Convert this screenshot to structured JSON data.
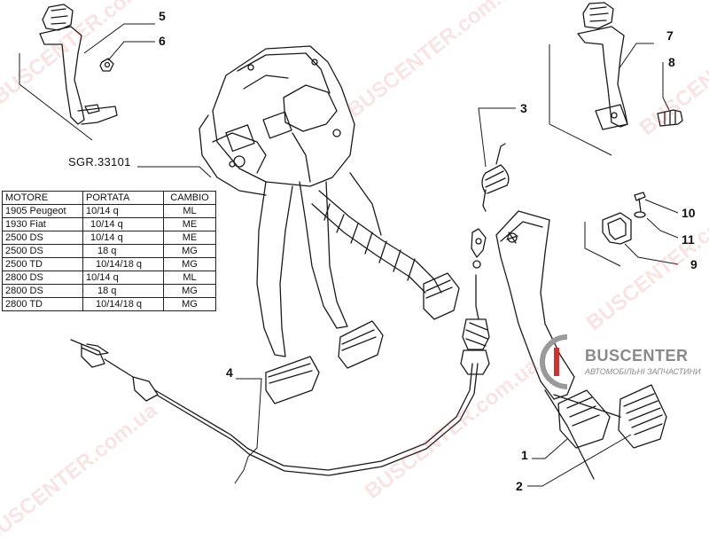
{
  "reference_code": "SGR.33101",
  "callouts": [
    "1",
    "2",
    "3",
    "4",
    "5",
    "6",
    "7",
    "8",
    "9",
    "10",
    "11"
  ],
  "table": {
    "headers": [
      "MOTORE",
      "PORTATA",
      "CAMBIO"
    ],
    "rows": [
      [
        "1905 Peugeot",
        "10/14 q",
        "ML"
      ],
      [
        "1930 Fiat",
        "10/14 q",
        "ME"
      ],
      [
        "2500 DS",
        "10/14 q",
        "ME"
      ],
      [
        "2500 DS",
        "18 q",
        "MG"
      ],
      [
        "2500 TD",
        "10/14/18 q",
        "MG"
      ],
      [
        "2800 DS",
        "10/14 q",
        "ML"
      ],
      [
        "2800 DS",
        "18 q",
        "MG"
      ],
      [
        "2800 TD",
        "10/14/18 q",
        "MG"
      ]
    ]
  },
  "logo": {
    "name": "BUSCENTER",
    "subtitle": "АВТОМОБІЛЬНІ ЗАПЧАСТИНИ",
    "color": "#8a8a8a"
  },
  "watermark": {
    "text": "BUSCENTER.com.ua",
    "color": "#d75a5a"
  },
  "line_color": "#1a1a1a"
}
